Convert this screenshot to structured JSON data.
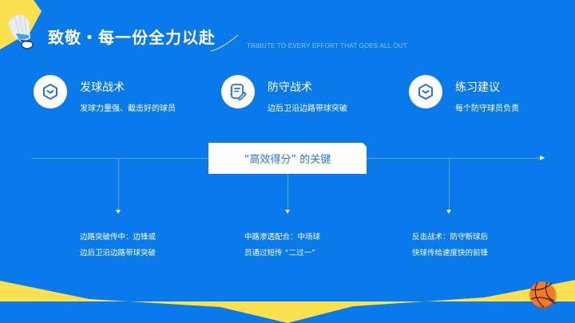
{
  "header": {
    "title": "致敬・每一份全力以赴",
    "subtitle": "TRIBUTE TO EVERY EFFORT THAT GOES ALL OUT"
  },
  "features": [
    {
      "icon": "hexagon-icon",
      "title": "发球战术",
      "desc": "发球力量强、截击好的球员"
    },
    {
      "icon": "notepad-edit-icon",
      "title": "防守战术",
      "desc": "边后卫沿边路带球突破"
    },
    {
      "icon": "hexagon-icon",
      "title": "练习建议",
      "desc": "每个防守球员负责"
    }
  ],
  "keybox": {
    "label": "“高效得分” 的关键"
  },
  "notes": [
    {
      "line1": "边路突破传中：边锋或",
      "line2": "边后卫沿边路带球突破"
    },
    {
      "line1": "中路渗透配合：中场球",
      "line2": "员通过短传 “二过一”"
    },
    {
      "line1": "反击战术：防守断球后",
      "line2": "快球传给速度快的前锋"
    }
  ],
  "colors": {
    "background": "#0a7aea",
    "accent_yellow": "#fbe14f",
    "line": "#5da6f5",
    "key_text": "#2b72d6",
    "basketball": "#f07a2a"
  },
  "decorations": {
    "top_left": "badminton-shuttlecock-icon",
    "bottom_right": "basketball-icon"
  }
}
